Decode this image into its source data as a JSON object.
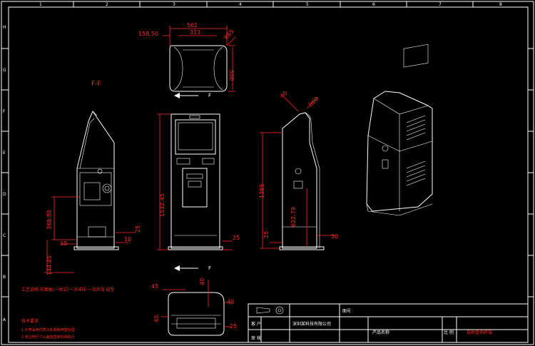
{
  "colors": {
    "background": "#000000",
    "lines": "#ffffff",
    "dimensions": "#ff2a2a"
  },
  "grid": {
    "columns": [
      "1",
      "2",
      "3",
      "4",
      "5",
      "6",
      "7",
      "8"
    ],
    "rows": [
      "A",
      "B",
      "C",
      "D",
      "E",
      "F",
      "G",
      "H"
    ]
  },
  "views": {
    "section_label": "F-F",
    "section_mark": "F"
  },
  "dimensions": {
    "top_width": "561",
    "top_inner": "313",
    "top_left": "158.50",
    "top_radius": "R65",
    "top_depth": "500",
    "side_left_height": "368.50",
    "side_left_low": "144.45",
    "side_left_bottom": "30",
    "side_left_right": "10",
    "side_left_gap": "25",
    "front_height": "1532.45",
    "front_foot": "25",
    "right_top_a": "40",
    "right_top_r": "R60",
    "right_height": "1385",
    "right_lower": "622.79",
    "right_foot_a": "25",
    "right_foot_b": "30",
    "bottom_a": "45",
    "bottom_b": "40",
    "bottom_c": "40",
    "bottom_d": "40",
    "bottom_e": "25"
  },
  "notes": {
    "note_red": "工艺说明:前面板(一体式)一次冲压·一次折弯·成型",
    "tech_title": "技术要求",
    "tech_1": "1.外壳采用优质冷轧钢板喷塑处理",
    "tech_2": "2.未注明尺寸公差按国家标准执行"
  },
  "title_block": {
    "client_label": "客 户",
    "client_value": "深圳某科技有限公司",
    "drawing_label": "图号",
    "product_name": "产品名称",
    "scale_label": "比 例",
    "product_value": "自助查询终端",
    "sheet_label": "审 核"
  }
}
